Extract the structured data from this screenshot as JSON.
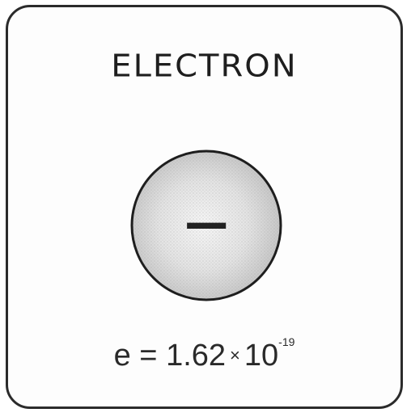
{
  "title": "ELECTRON",
  "charge_symbol": "−",
  "formula": {
    "lhs": "e",
    "equals": "=",
    "coefficient": "1.62",
    "times": "×",
    "base": "10",
    "exponent": "-19"
  },
  "colors": {
    "outline": "#1e1e1e",
    "sphere_fill": "#d3d3d3",
    "sphere_highlight": "#f6f6f6"
  }
}
